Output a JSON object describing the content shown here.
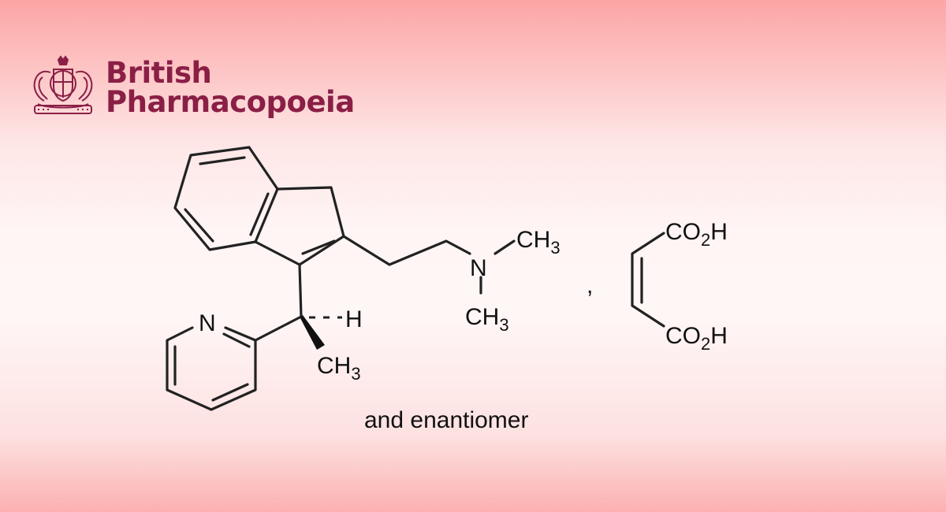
{
  "brand": {
    "line1": "British",
    "line2": "Pharmacopoeia",
    "crest_icon": "royal-coat-of-arms-icon",
    "color": "#8a1f46"
  },
  "structure": {
    "atom_N_pyridine": "N",
    "atom_N_amine": "N",
    "atom_H": "H",
    "methyl": "CH",
    "methyl_sub": "3",
    "co2h_C": "CO",
    "co2h_sub": "2",
    "co2h_H": "H",
    "separator": ",",
    "caption": "and enantiomer"
  }
}
